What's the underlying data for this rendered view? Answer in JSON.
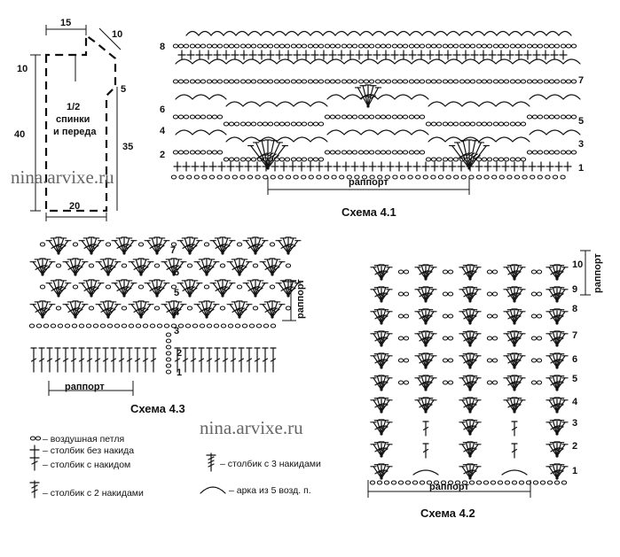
{
  "watermark_top": "nina.arvixe.ru",
  "watermark_mid": "nina.arvixe.ru",
  "pattern": {
    "measure_top": "15",
    "measure_shoulder": "10",
    "measure_neck": "10",
    "measure_armhole": "5",
    "measure_length": "40",
    "measure_side": "35",
    "measure_width": "20",
    "label_line1": "1/2",
    "label_line2": "спинки",
    "label_line3": "и переда"
  },
  "scheme41": {
    "title": "Схема 4.1",
    "repeat": "раппорт",
    "rows_left": [
      "8",
      "6",
      "4",
      "2"
    ],
    "rows_right": [
      "7",
      "5",
      "3",
      "1"
    ]
  },
  "scheme43": {
    "title": "Схема 4.3",
    "repeat_h": "раппорт",
    "repeat_v": "раппорт",
    "rows": [
      "7",
      "6",
      "5",
      "4",
      "3",
      "2",
      "1"
    ]
  },
  "scheme42": {
    "title": "Схема 4.2",
    "repeat_h": "раппорт",
    "repeat_v": "раппорт",
    "rows": [
      "10",
      "9",
      "8",
      "7",
      "6",
      "5",
      "4",
      "3",
      "2",
      "1"
    ]
  },
  "legend": {
    "chain": "– воздушная петля",
    "sc": "– столбик без накида",
    "dc": "– столбик с накидом",
    "tr": "– столбик с 2 накидами",
    "dtr": "– столбик с 3 накидами",
    "arch": "– арка из 5 возд. п."
  }
}
